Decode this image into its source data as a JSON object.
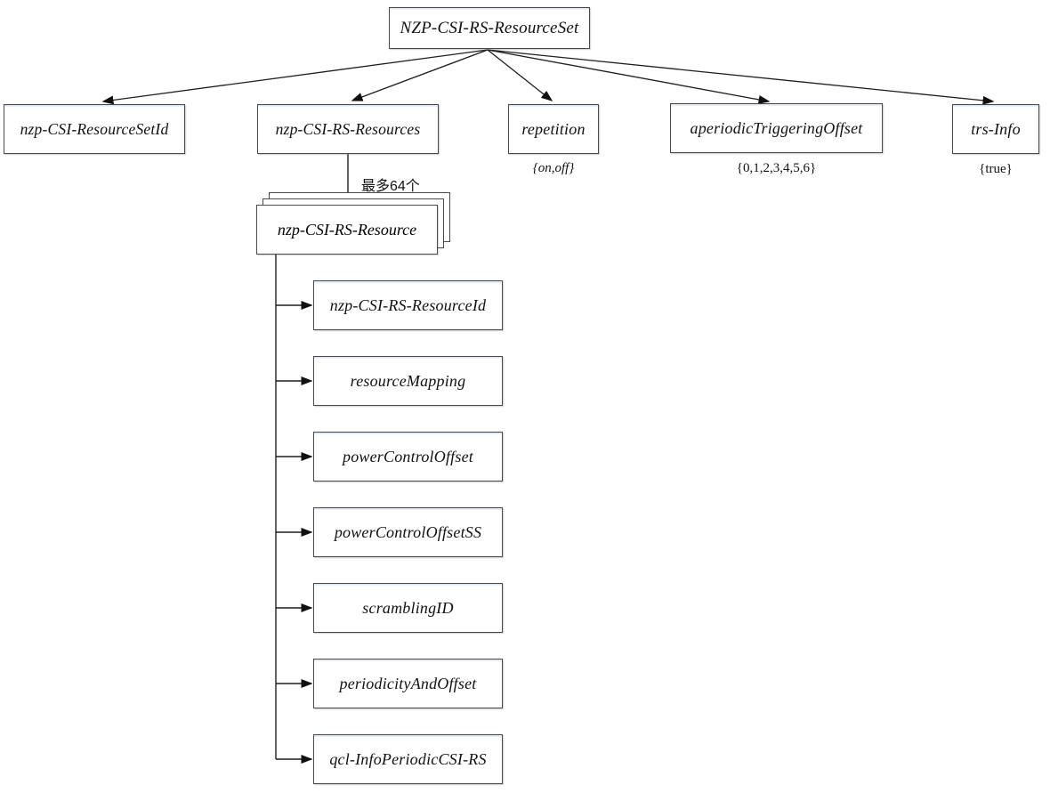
{
  "diagram": {
    "root": {
      "label": "NZP-CSI-RS-ResourceSet"
    },
    "level2": [
      {
        "label": "nzp-CSI-ResourceSetId",
        "value": ""
      },
      {
        "label": "nzp-CSI-RS-Resources",
        "value": ""
      },
      {
        "label": "repetition",
        "value": "{on,off}"
      },
      {
        "label": "aperiodicTriggeringOffset",
        "value": "{0,1,2,3,4,5,6}"
      },
      {
        "label": "trs-Info",
        "value": "{true}"
      }
    ],
    "multiplicity_label": "最多64个",
    "stack": {
      "label": "nzp-CSI-RS-Resource"
    },
    "children": [
      "nzp-CSI-RS-ResourceId",
      "resourceMapping",
      "powerControlOffset",
      "powerControlOffsetSS",
      "scramblingID",
      "periodicityAndOffset",
      "qcl-InfoPeriodicCSI-RS"
    ],
    "colors": {
      "box_border": "#4a4a4a",
      "line": "#1f1f1f",
      "text": "#111111",
      "background": "#ffffff"
    }
  }
}
